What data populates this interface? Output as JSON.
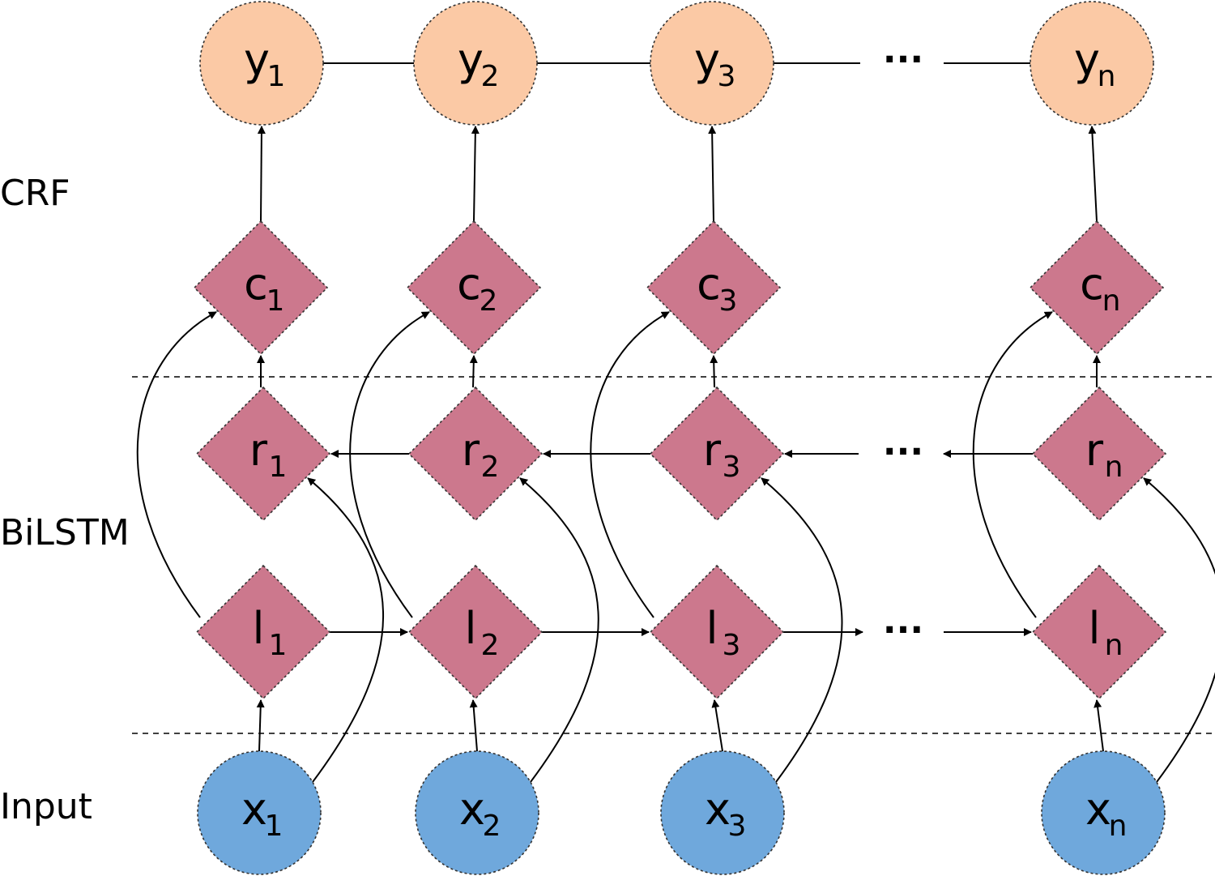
{
  "layers": {
    "crf": "CRF",
    "bilstm": "BiLSTM",
    "input": "Input"
  },
  "ellipsis": "···",
  "nodes": {
    "y": [
      {
        "main": "y",
        "sub": "1"
      },
      {
        "main": "y",
        "sub": "2"
      },
      {
        "main": "y",
        "sub": "3"
      },
      {
        "main": "y",
        "sub": "n"
      }
    ],
    "c": [
      {
        "main": "c",
        "sub": "1"
      },
      {
        "main": "c",
        "sub": "2"
      },
      {
        "main": "c",
        "sub": "3"
      },
      {
        "main": "c",
        "sub": "n"
      }
    ],
    "r": [
      {
        "main": "r",
        "sub": "1"
      },
      {
        "main": "r",
        "sub": "2"
      },
      {
        "main": "r",
        "sub": "3"
      },
      {
        "main": "r",
        "sub": "n"
      }
    ],
    "l": [
      {
        "main": "l",
        "sub": "1"
      },
      {
        "main": "l",
        "sub": "2"
      },
      {
        "main": "l",
        "sub": "3"
      },
      {
        "main": "l",
        "sub": "n"
      }
    ],
    "x": [
      {
        "main": "x",
        "sub": "1"
      },
      {
        "main": "x",
        "sub": "2"
      },
      {
        "main": "x",
        "sub": "3"
      },
      {
        "main": "x",
        "sub": "n"
      }
    ]
  },
  "colors": {
    "output_fill": "#fbc9a5",
    "lstm_fill": "#cc788d",
    "input_fill": "#6fa8dc",
    "edge": "#000000"
  }
}
